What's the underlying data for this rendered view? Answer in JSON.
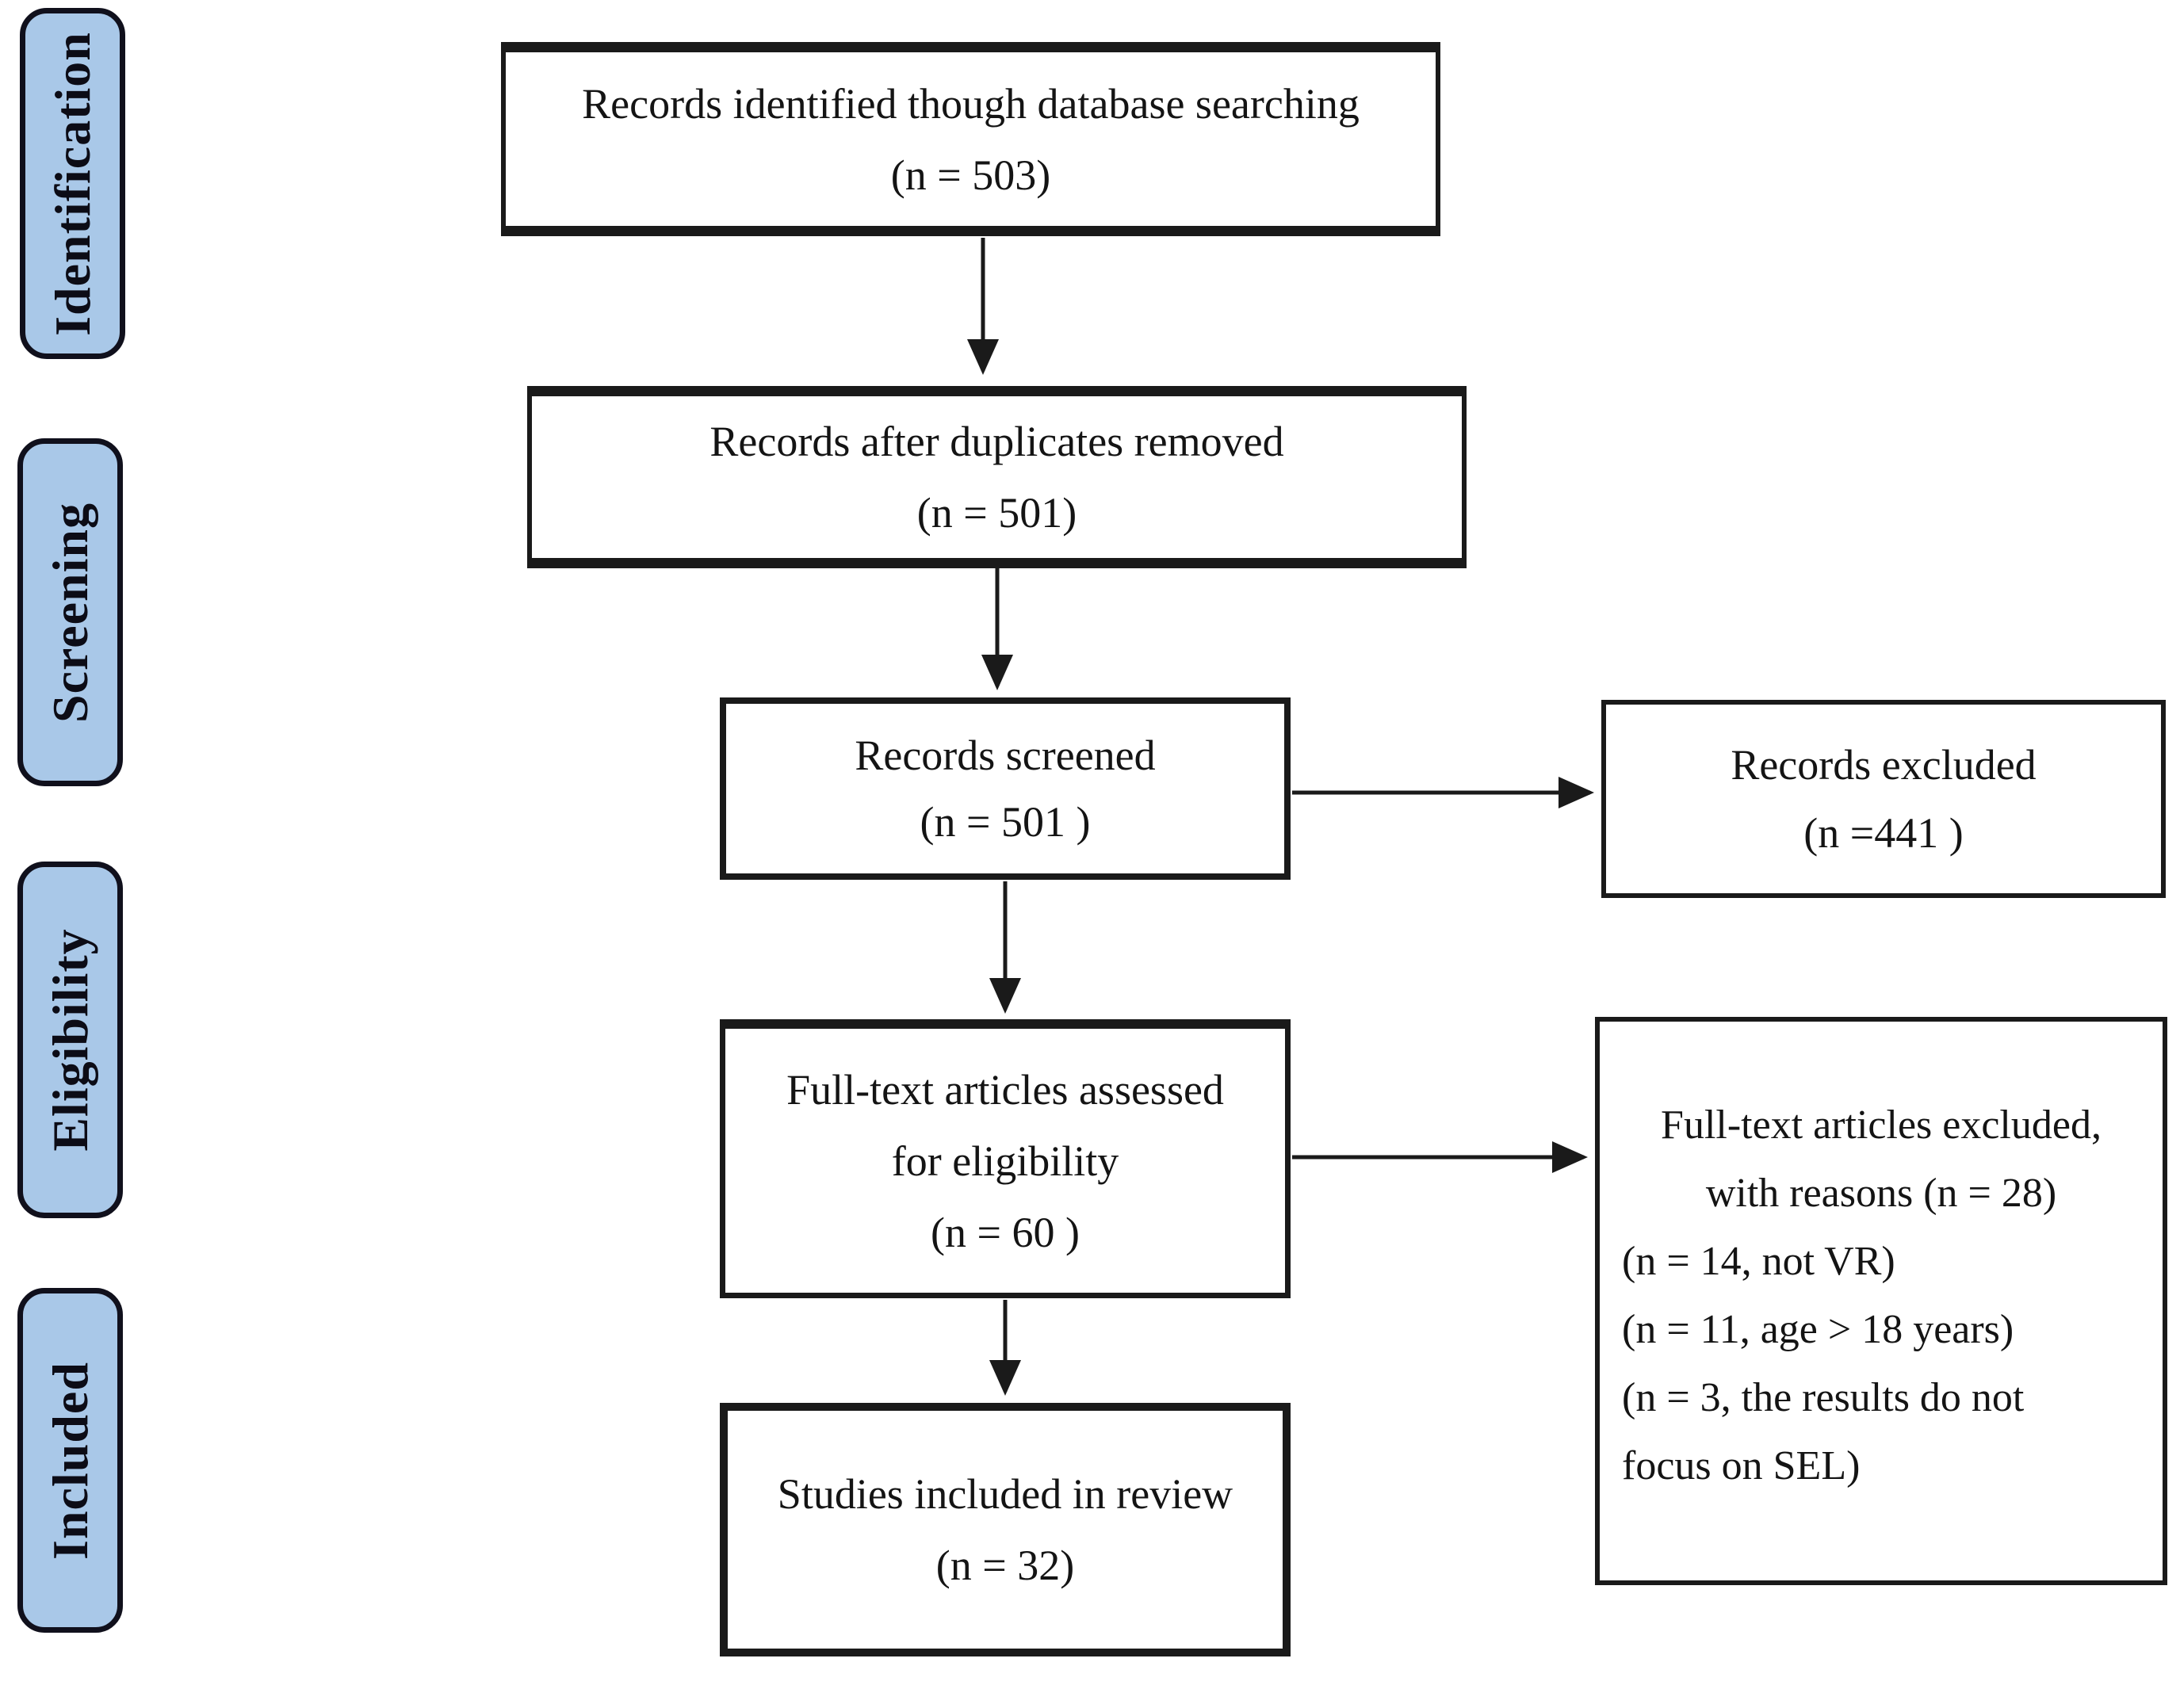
{
  "stages": [
    {
      "label": "Identification"
    },
    {
      "label": "Screening"
    },
    {
      "label": "Eligibility"
    },
    {
      "label": "Included"
    }
  ],
  "boxes": {
    "identified": {
      "lines": [
        "Records identified though database searching",
        "(n = 503)"
      ]
    },
    "deduplicated": {
      "lines": [
        "Records after duplicates removed",
        "(n = 501)"
      ]
    },
    "screened": {
      "lines": [
        "Records screened",
        "(n = 501 )"
      ]
    },
    "excluded": {
      "lines": [
        "Records excluded",
        "(n =441 )"
      ]
    },
    "fulltext": {
      "lines": [
        "Full-text articles assessed",
        "for eligibility",
        "(n = 60 )"
      ]
    },
    "fulltext_excluded": {
      "lines_centered": [
        "Full-text articles excluded,",
        "with reasons (n = 28)"
      ],
      "lines_left": [
        "(n = 14, not VR)",
        "(n = 11, age > 18 years)",
        "(n = 3, the results do not",
        "focus on SEL)"
      ]
    },
    "included": {
      "lines": [
        "Studies included in review",
        "(n = 32)"
      ]
    }
  },
  "colors": {
    "stage_fill": "#a9c8e8",
    "stage_border": "#10101c",
    "box_border": "#1a1a1a",
    "arrow": "#1a1a1a",
    "text": "#141414",
    "background": "#ffffff"
  }
}
